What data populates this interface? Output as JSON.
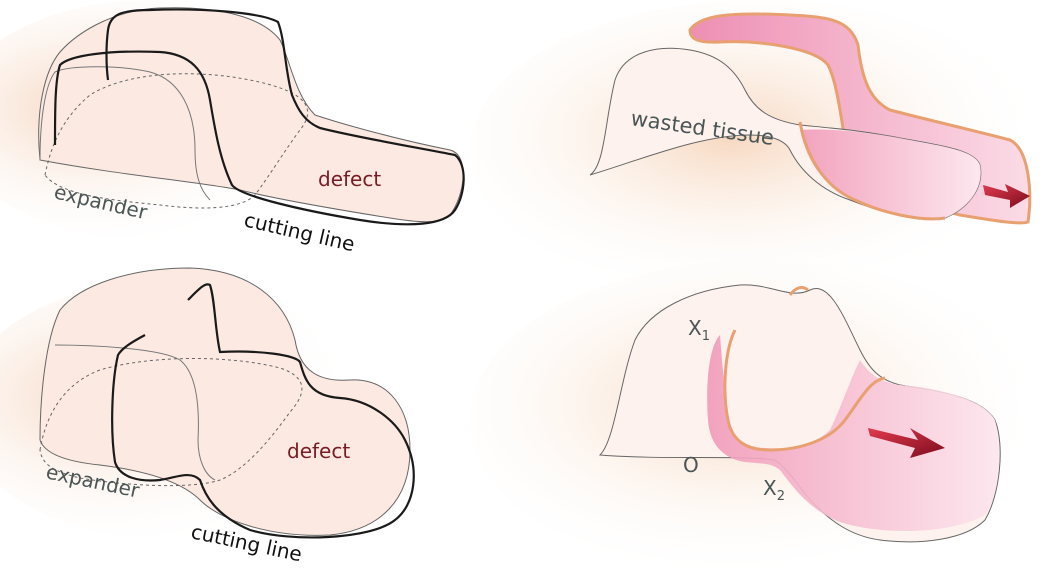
{
  "panels": {
    "top_left": {
      "expander_label": "expander",
      "cutting_label": "cutting line",
      "defect_label": "defect"
    },
    "bottom_left": {
      "expander_label": "expander",
      "cutting_label": "cutting line",
      "defect_label": "defect"
    },
    "top_right": {
      "wasted_label": "wasted tissue"
    },
    "bottom_right": {
      "point_x1": "X",
      "point_x1_sub": "1",
      "point_o": "O",
      "point_x2": "X",
      "point_x2_sub": "2"
    }
  },
  "colors": {
    "skin": "#fbe9e2",
    "glow": "#f6d4bd",
    "flap_pink": "#f3a6c2",
    "edge_orange": "#e8a070",
    "arrow_red": "#b3132a",
    "defect_text": "#7a1c24",
    "label_gray": "#4a5656"
  },
  "icons": {
    "movement_arrow": "red-3d-arrow-icon"
  }
}
